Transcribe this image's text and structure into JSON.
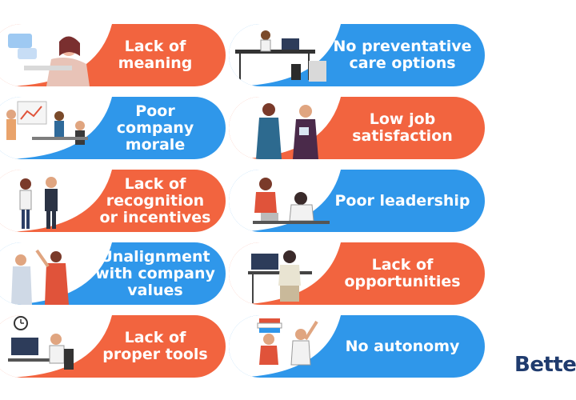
{
  "left_column": [
    {
      "label": "Lack of\nmeaning",
      "color": "#f2643f"
    },
    {
      "label": "Poor\ncompany\nmorale",
      "color": "#2f97ea"
    },
    {
      "label": "Lack of\nrecognition\nor incentives",
      "color": "#f2643f"
    },
    {
      "label": "Unalignment\nwith company\nvalues",
      "color": "#2f97ea"
    },
    {
      "label": "Lack of\nproper tools",
      "color": "#f2643f"
    }
  ],
  "right_column": [
    {
      "label": "No preventative\ncare options",
      "color": "#2f97ea"
    },
    {
      "label": "Low job\nsatisfaction",
      "color": "#f2643f"
    },
    {
      "label": "Poor leadership",
      "color": "#2f97ea"
    },
    {
      "label": "Lack of\nopportunities",
      "color": "#f2643f"
    },
    {
      "label": "No autonomy",
      "color": "#2f97ea"
    }
  ],
  "brand": {
    "text": "BetterU"
  }
}
